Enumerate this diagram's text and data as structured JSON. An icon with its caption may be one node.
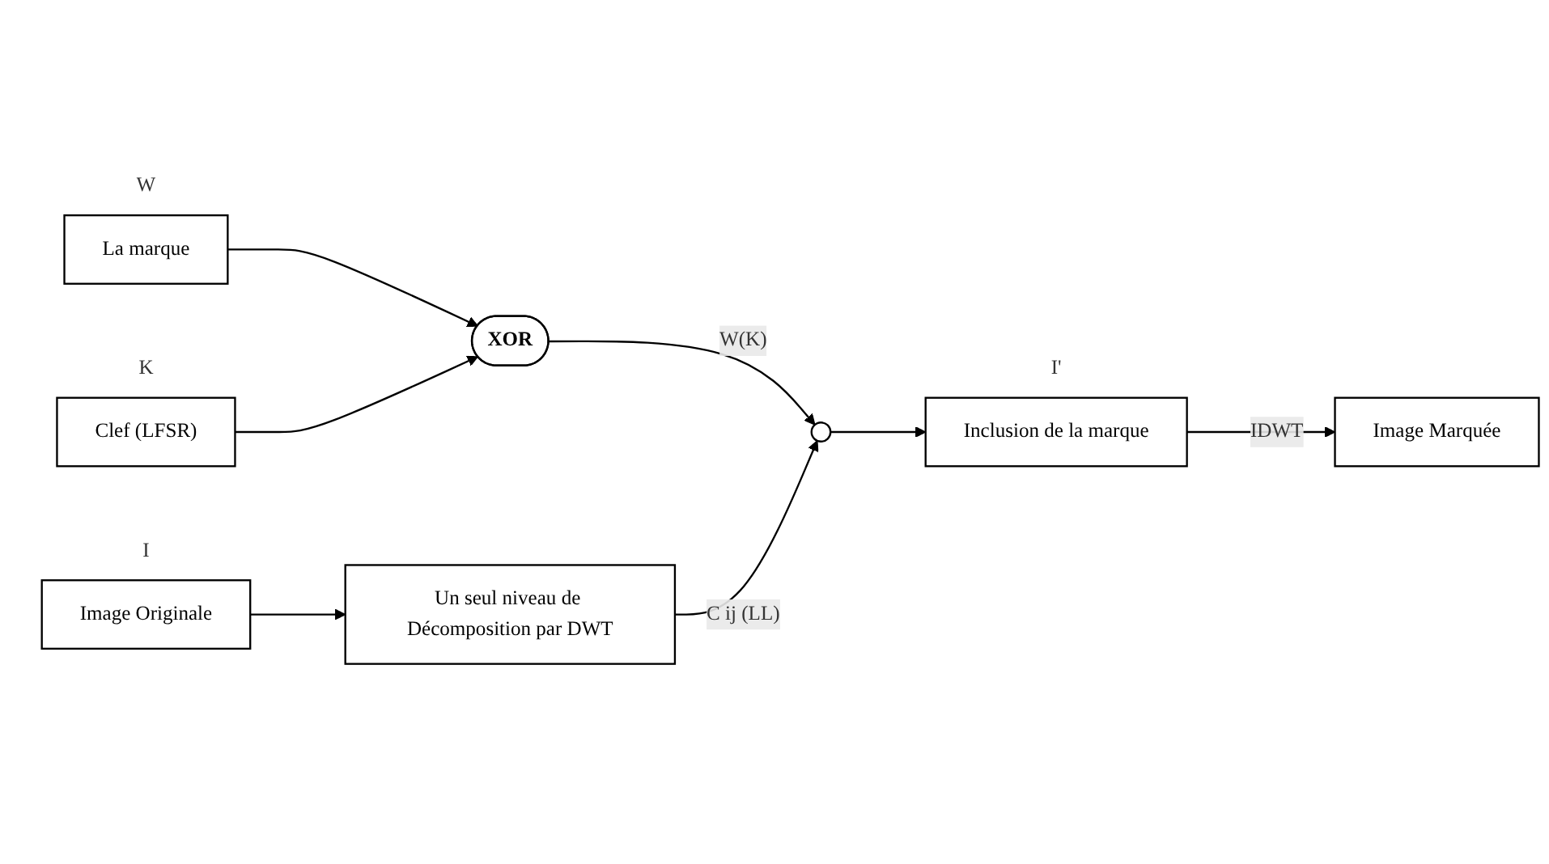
{
  "diagram": {
    "nodes": [
      {
        "text": [
          "Image Originale"
        ],
        "beside": [
          "I"
        ]
      },
      {
        "text": [
          "Un seul niveau de Décomposition par DWT"
        ]
      },
      {
        "text": [
          "Image Marquée"
        ]
      },
      {
        "text": [
          "La marque"
        ],
        "beside": [
          "W"
        ]
      },
      {
        "text": [
          "Clef (LFSR)"
        ],
        "beside": [
          "K"
        ]
      },
      {
        "text": [
          "XOR"
        ]
      },
      {
        "text": [],
        "shape": "circle"
      },
      {
        "text": [
          "Inclusion de la marque"
        ],
        "beside": [
          "I'"
        ]
      }
    ],
    "edges": [
      {
        "from": 0,
        "to": 1,
        "arrow": "to"
      },
      {
        "from": 3,
        "to": 5,
        "arrow": "to"
      },
      {
        "from": 4,
        "to": 5,
        "arrow": "to"
      },
      {
        "from": 5,
        "to": 6,
        "arrow": "to",
        "label": "W(K)"
      },
      {
        "from": 1,
        "to": 6,
        "arrow": "to",
        "label": "C ij (LL)"
      },
      {
        "from": 6,
        "to": 7,
        "arrow": "to"
      },
      {
        "from": 7,
        "to": 2,
        "arrow": "to",
        "label": "IDWT"
      }
    ]
  }
}
